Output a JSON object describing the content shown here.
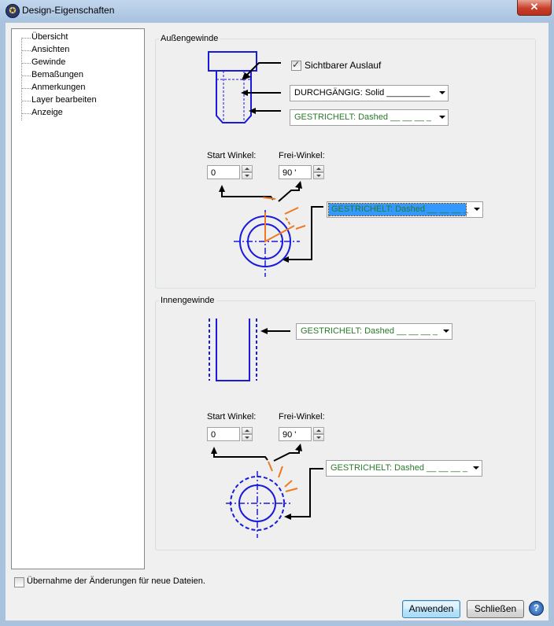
{
  "window": {
    "title": "Design-Eigenschaften",
    "close_glyph": "✕"
  },
  "tree": {
    "items": [
      "Übersicht",
      "Ansichten",
      "Gewinde",
      "Bemaßungen",
      "Anmerkungen",
      "Layer bearbeiten",
      "Anzeige"
    ]
  },
  "outer": {
    "group_label": "Außengewinde",
    "visible_runout_label": "Sichtbarer Auslauf",
    "visible_runout_checked": true,
    "solid_combo": "DURCHGÄNGIG: Solid _________",
    "dashed_combo": "GESTRICHELT: Dashed __ __ __ _",
    "start_label": "Start Winkel:",
    "start_value": "0",
    "free_label": "Frei-Winkel:",
    "free_value": "90 '",
    "circle_combo": "GESTRICHELT: Dashed __ __ __ _"
  },
  "inner": {
    "group_label": "Innengewinde",
    "dashed_combo": "GESTRICHELT: Dashed __ __ __ _",
    "start_label": "Start Winkel:",
    "start_value": "0",
    "free_label": "Frei-Winkel:",
    "free_value": "90 '",
    "circle_combo": "GESTRICHELT: Dashed __ __ __ _"
  },
  "footer": {
    "apply_new_files_label": "Übernahme der Änderungen für neue Dateien.",
    "apply_new_files_checked": false,
    "apply_button": "Anwenden",
    "close_button": "Schließen",
    "help_glyph": "?"
  },
  "colors": {
    "drawing_blue": "#1a1adc",
    "angle_orange": "#f07820",
    "combo_green": "#2a7a2a",
    "selection_blue": "#3399ff"
  }
}
